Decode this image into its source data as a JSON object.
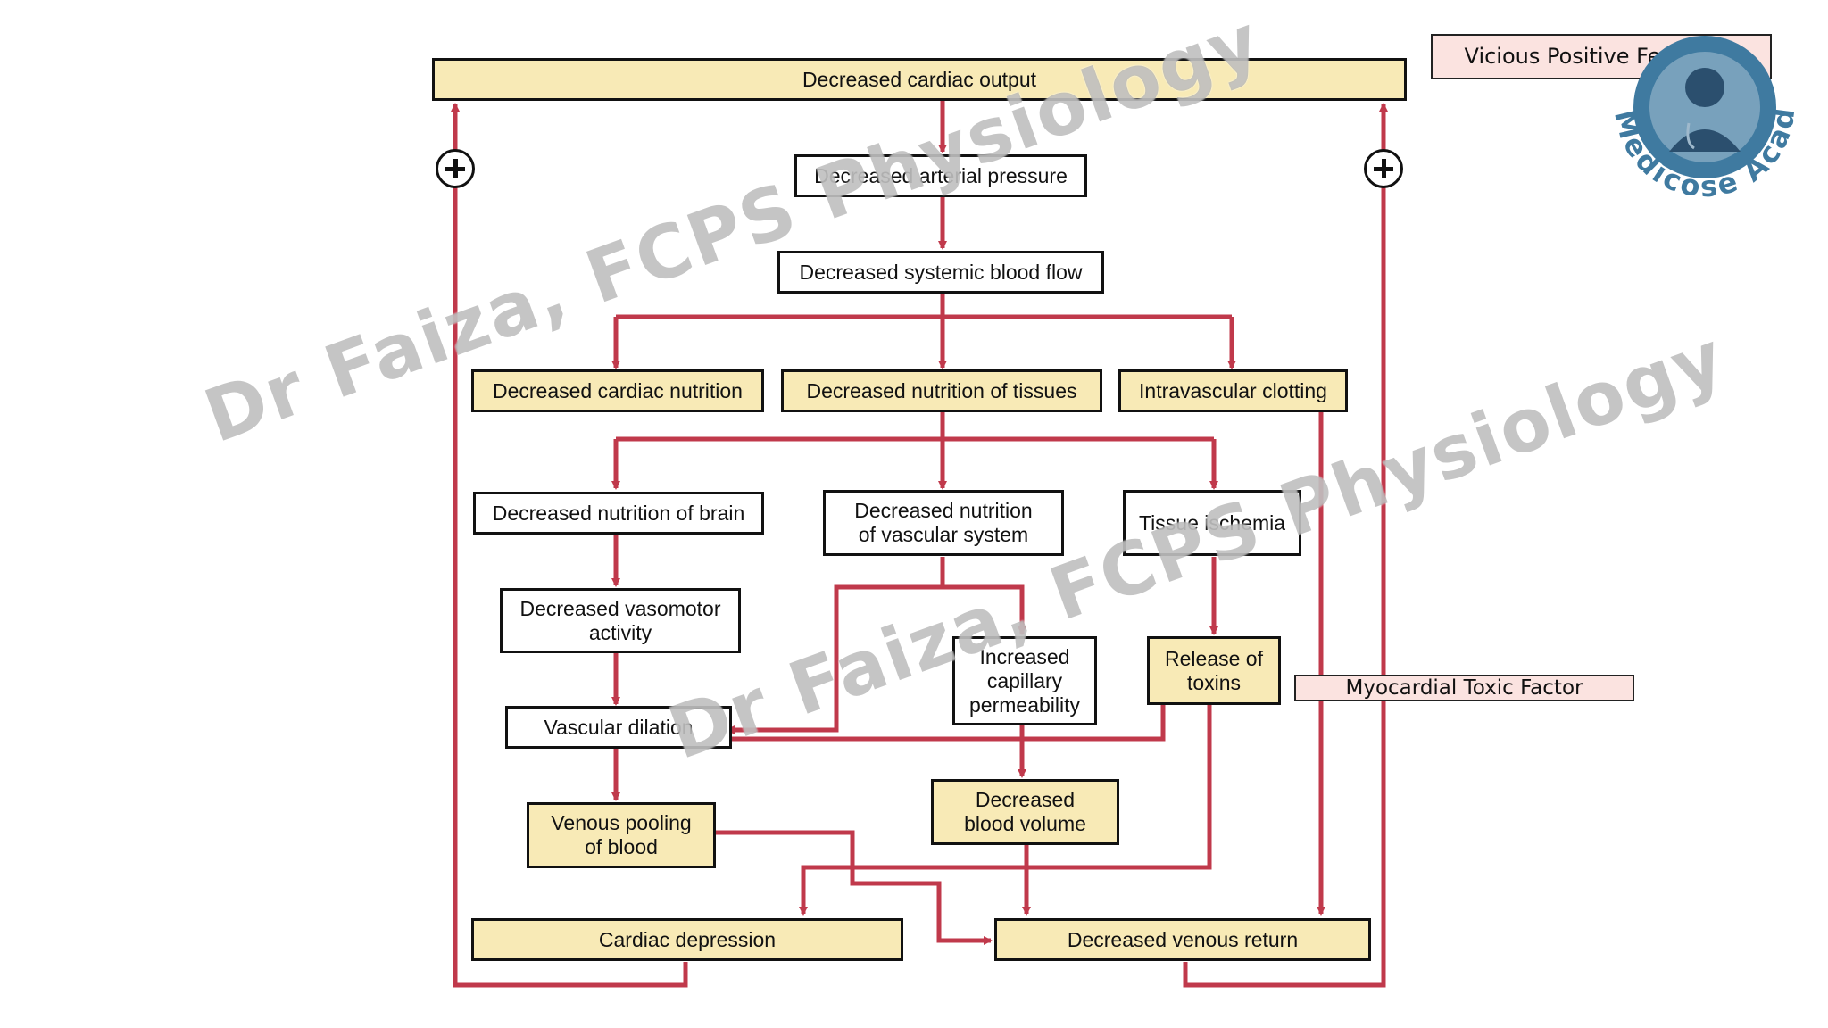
{
  "nodes": {
    "decreased_cardiac_output": "Decreased cardiac output",
    "decreased_arterial_pressure": "Decreased arterial pressure",
    "decreased_systemic_blood_flow": "Decreased systemic blood flow",
    "decreased_cardiac_nutrition": "Decreased cardiac nutrition",
    "decreased_nutrition_of_tissues": "Decreased nutrition of tissues",
    "intravascular_clotting": "Intravascular clotting",
    "decreased_nutrition_of_brain": "Decreased nutrition of brain",
    "decreased_nutrition_of_vascular_system": "Decreased nutrition\nof vascular system",
    "tissue_ischemia": "Tissue ischemia",
    "decreased_vasomotor_activity": "Decreased vasomotor\nactivity",
    "increased_capillary_permeability": "Increased\ncapillary\npermeability",
    "release_of_toxins": "Release of\ntoxins",
    "vascular_dilation": "Vascular dilation",
    "venous_pooling_of_blood": "Venous pooling\nof blood",
    "decreased_blood_volume": "Decreased\nblood volume",
    "cardiac_depression": "Cardiac depression",
    "decreased_venous_return": "Decreased venous return"
  },
  "callouts": {
    "vicious_positive_feedback": "Vicious Positive Feedback",
    "myocardial_toxic_factor": "Myocardial Toxic Factor"
  },
  "watermark": {
    "text_1": "Dr Faiza, FCPS Physiology",
    "text_2": "Dr Faiza, FCPS Physiology"
  },
  "logo": {
    "text": "Medicose Academics"
  },
  "colors": {
    "arrow": "#c0394b",
    "box_yellow": "#f8eab6",
    "callout_pink": "#fbe3e0",
    "logo_blue": "#3f7aa0"
  }
}
